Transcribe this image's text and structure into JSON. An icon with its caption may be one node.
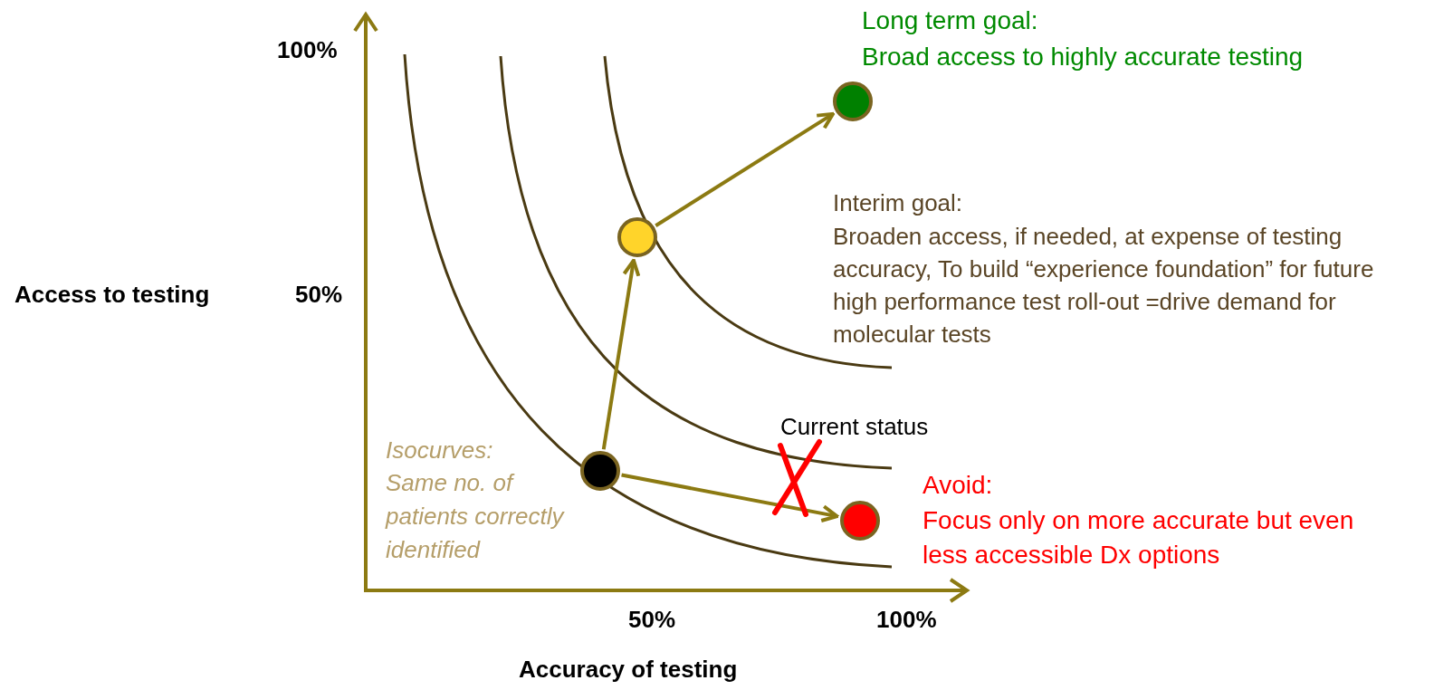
{
  "diagram": {
    "nodes": [
      {
        "text": [],
        "shape": "circle"
      },
      {
        "text": [],
        "shape": "circle"
      },
      {
        "text": [],
        "shape": "circle"
      },
      {
        "text": [],
        "shape": "circle"
      }
    ],
    "edges": [
      {
        "from": 0,
        "to": 1,
        "arrow": "to"
      },
      {
        "from": 1,
        "to": 2,
        "arrow": "to"
      },
      {
        "from": 0,
        "to": 3,
        "arrow": "to"
      }
    ],
    "labels": [
      "100%",
      "Access to testing",
      "50%",
      "Long term goal:",
      "Broad access to highly accurate testing",
      "Interim goal:",
      "Broaden access, if needed, at expense of testing accuracy, To build “experience foundation” for future high performance test roll-out =drive demand for molecular tests",
      "Current status",
      "Isocurves:",
      "Same no. of patients correctly identified",
      "Avoid:",
      "Focus only on more accurate but even less accessible Dx options",
      "50%",
      "100%",
      "Accuracy of testing"
    ]
  }
}
